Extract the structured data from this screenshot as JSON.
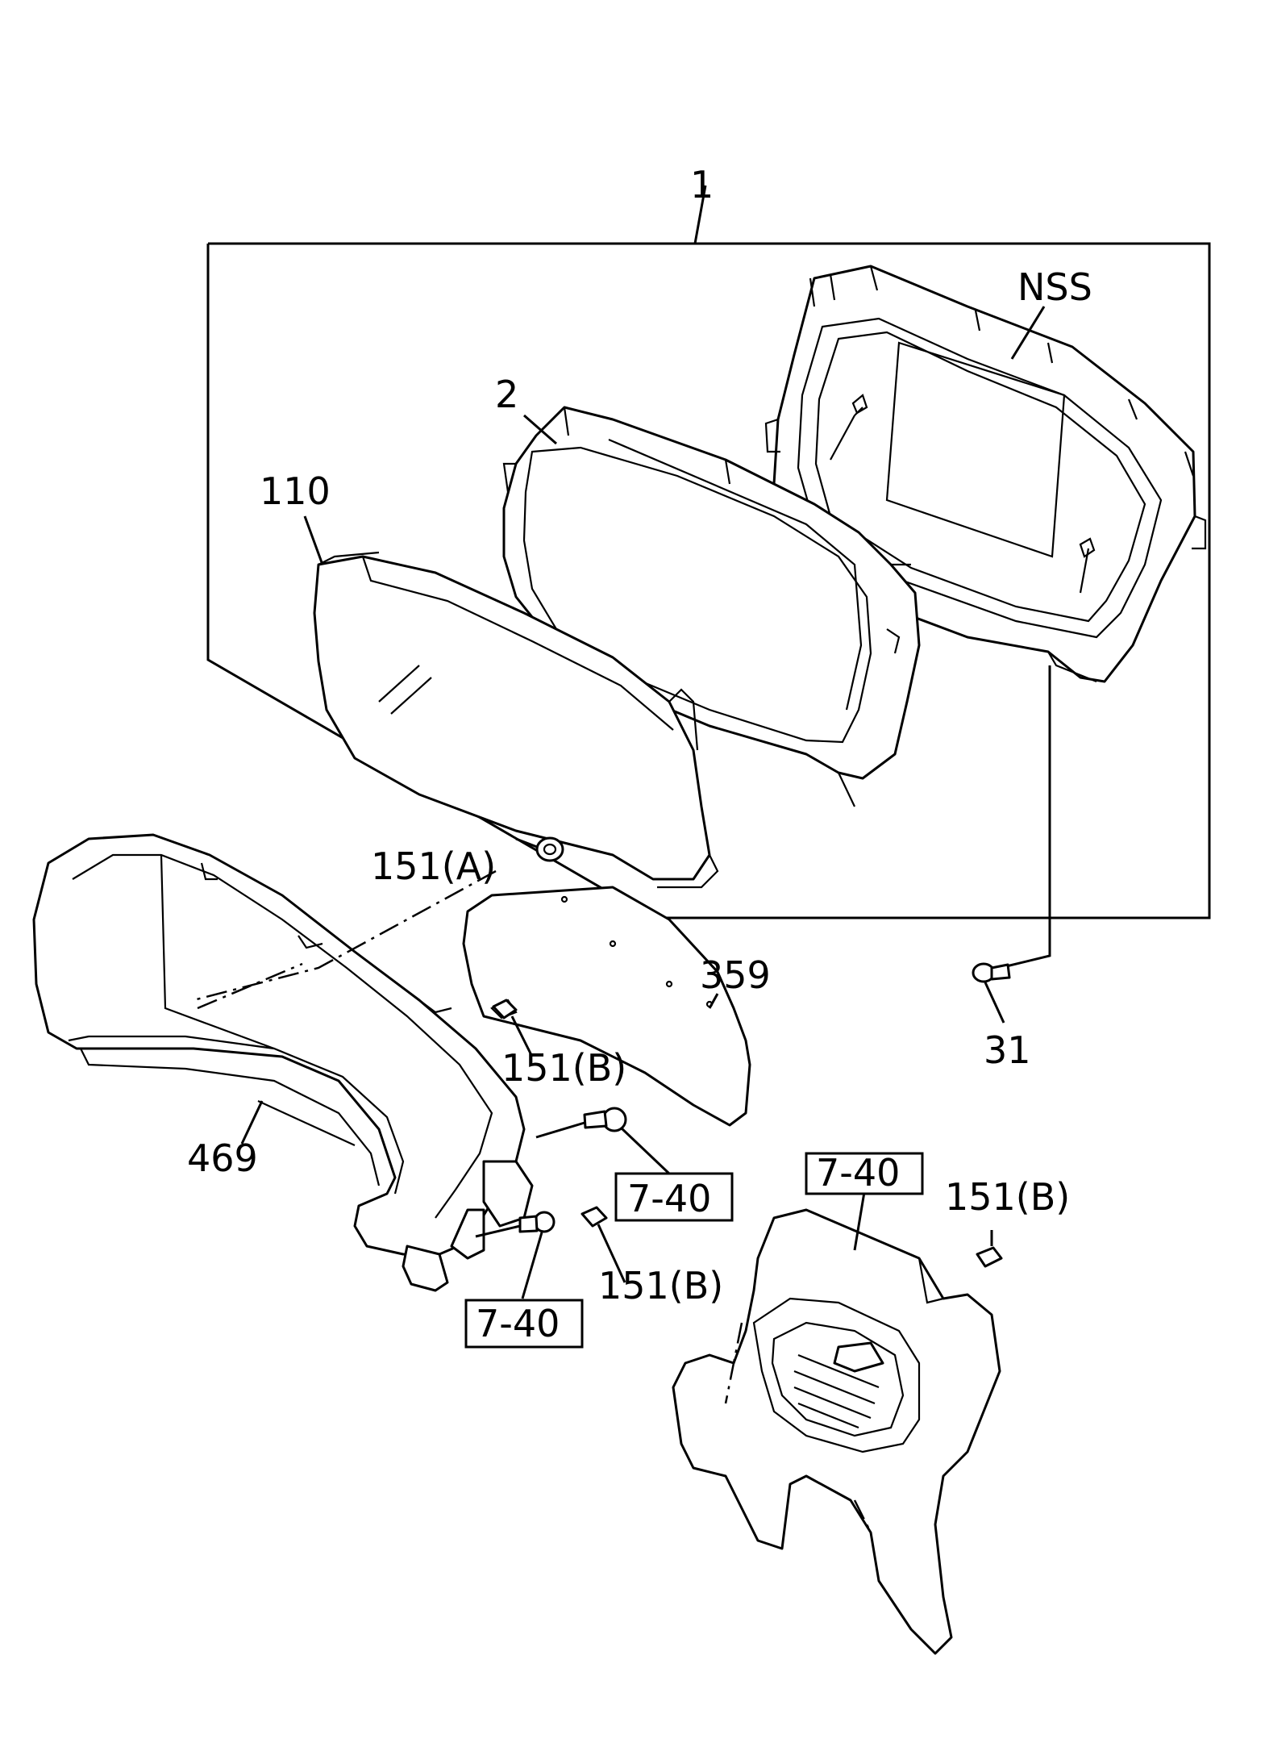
{
  "callouts": {
    "assembly": "1",
    "nss": "NSS",
    "p2": "2",
    "p110": "110",
    "p151a": "151(A)",
    "p359": "359",
    "p31": "31",
    "p151b_1": "151(B)",
    "p469": "469",
    "ref_7_40_1": "7-40",
    "ref_7_40_2": "7-40",
    "ref_7_40_3": "7-40",
    "p151b_2": "151(B)",
    "p151b_3": "151(B)"
  }
}
